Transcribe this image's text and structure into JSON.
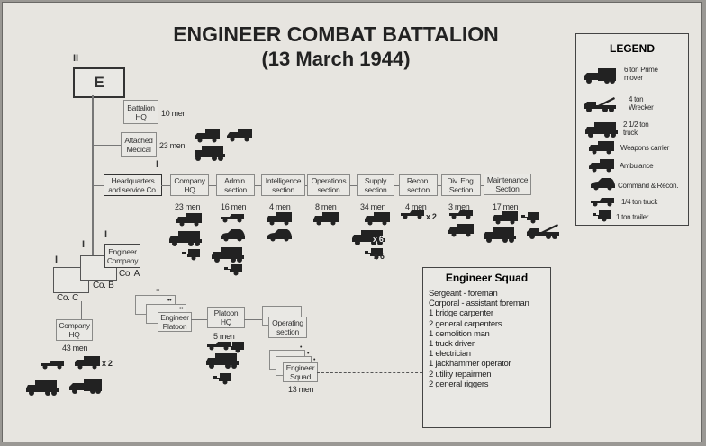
{
  "title": "ENGINEER COMBAT BATTALION",
  "subtitle": "(13 March 1944)",
  "battalion": {
    "symbol": "II",
    "label": "E"
  },
  "battalion_hq": {
    "label": "Battalion HQ",
    "men": "10 men"
  },
  "attached_medical": {
    "label": "Attached Medical",
    "men": "23 men"
  },
  "hq_service": {
    "symbol": "I",
    "label": "Headquarters and service Co."
  },
  "sections": [
    {
      "label": "Company HQ",
      "men": "23 men"
    },
    {
      "label": "Admin. section",
      "men": "16 men"
    },
    {
      "label": "Intelligence section",
      "men": "4 men"
    },
    {
      "label": "Operations section",
      "men": "8 men"
    },
    {
      "label": "Supply section",
      "men": "34 men",
      "multipliers": [
        "x 6",
        "x 6"
      ]
    },
    {
      "label": "Recon. section",
      "men": "4 men",
      "multipliers": [
        "x 2"
      ]
    },
    {
      "label": "Div. Eng. Section",
      "men": "3 men"
    },
    {
      "label": "Maintenance Section",
      "men": "17 men"
    }
  ],
  "companies": {
    "symbol": "I",
    "engineer_company": "Engineer Company",
    "co_a": "Co. A",
    "co_b": "Co. B",
    "co_c": "Co. C"
  },
  "company_hq": {
    "label": "Company HQ",
    "men": "43 men",
    "multiplier": "x 2"
  },
  "platoon": {
    "symbol": "••",
    "label": "Engineer Platoon"
  },
  "platoon_hq": {
    "label": "Platoon HQ",
    "men": "5 men"
  },
  "operating_section": {
    "label": "Operating section"
  },
  "engineer_squad": {
    "symbol": "•",
    "label": "Engineer Squad",
    "men": "13 men"
  },
  "squad_box": {
    "title": "Engineer Squad",
    "members": [
      "Sergeant - foreman",
      "Corporal - assistant foreman",
      "1 bridge carpenter",
      "2 general carpenters",
      "1 demolition man",
      "1 truck driver",
      "1 electrician",
      "1 jackhammer operator",
      "2 utility repairmen",
      "2 general riggers"
    ]
  },
  "legend": {
    "title": "LEGEND",
    "items": [
      "6 ton Prime mover",
      "4 ton Wrecker",
      "2 1/2 ton truck",
      "Weapons carrier",
      "Ambulance",
      "Command & Recon.",
      "1/4 ton truck",
      "1 ton trailer"
    ]
  }
}
